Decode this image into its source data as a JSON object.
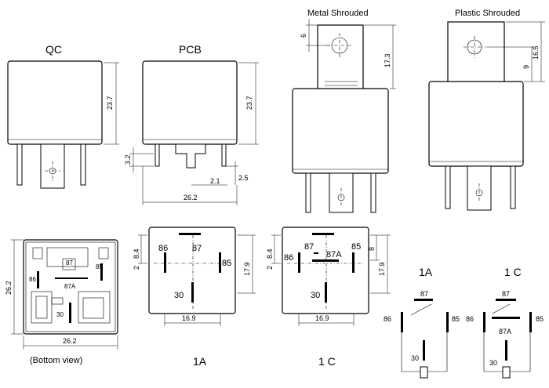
{
  "labels": {
    "qc": "QC",
    "pcb": "PCB",
    "metal_shrouded": "Metal Shrouded",
    "plastic_shrouded": "Plastic Shrouded",
    "bottom_view": "(Bottom view)",
    "fp_1a": "1A",
    "fp_1c": "1 C",
    "sch_1a": "1A",
    "sch_1c": "1 C"
  },
  "dimensions": {
    "height_23_7_a": "23.7",
    "height_23_7_b": "23.7",
    "pin_3_2": "3.2",
    "pin_2_1": "2.1",
    "pin_2_5": "2.5",
    "width_26_2_pcb": "26.2",
    "metal_6": "6",
    "metal_17_3": "17.3",
    "plastic_16_5": "16.5",
    "plastic_9": "9",
    "bottom_26_2_w": "26.2",
    "bottom_26_2_h": "26.2",
    "fp1_8_4": "8.4",
    "fp1_2": "2",
    "fp1_17_9": "17.9",
    "fp1_16_9": "16.9",
    "fp2_8_4": "8.4",
    "fp2_2": "2",
    "fp2_8": "8",
    "fp2_17_9": "17.9",
    "fp2_16_9": "16.9"
  },
  "pins": {
    "p86": "86",
    "p85": "85",
    "p87": "87",
    "p87a": "87A",
    "p30": "30"
  }
}
